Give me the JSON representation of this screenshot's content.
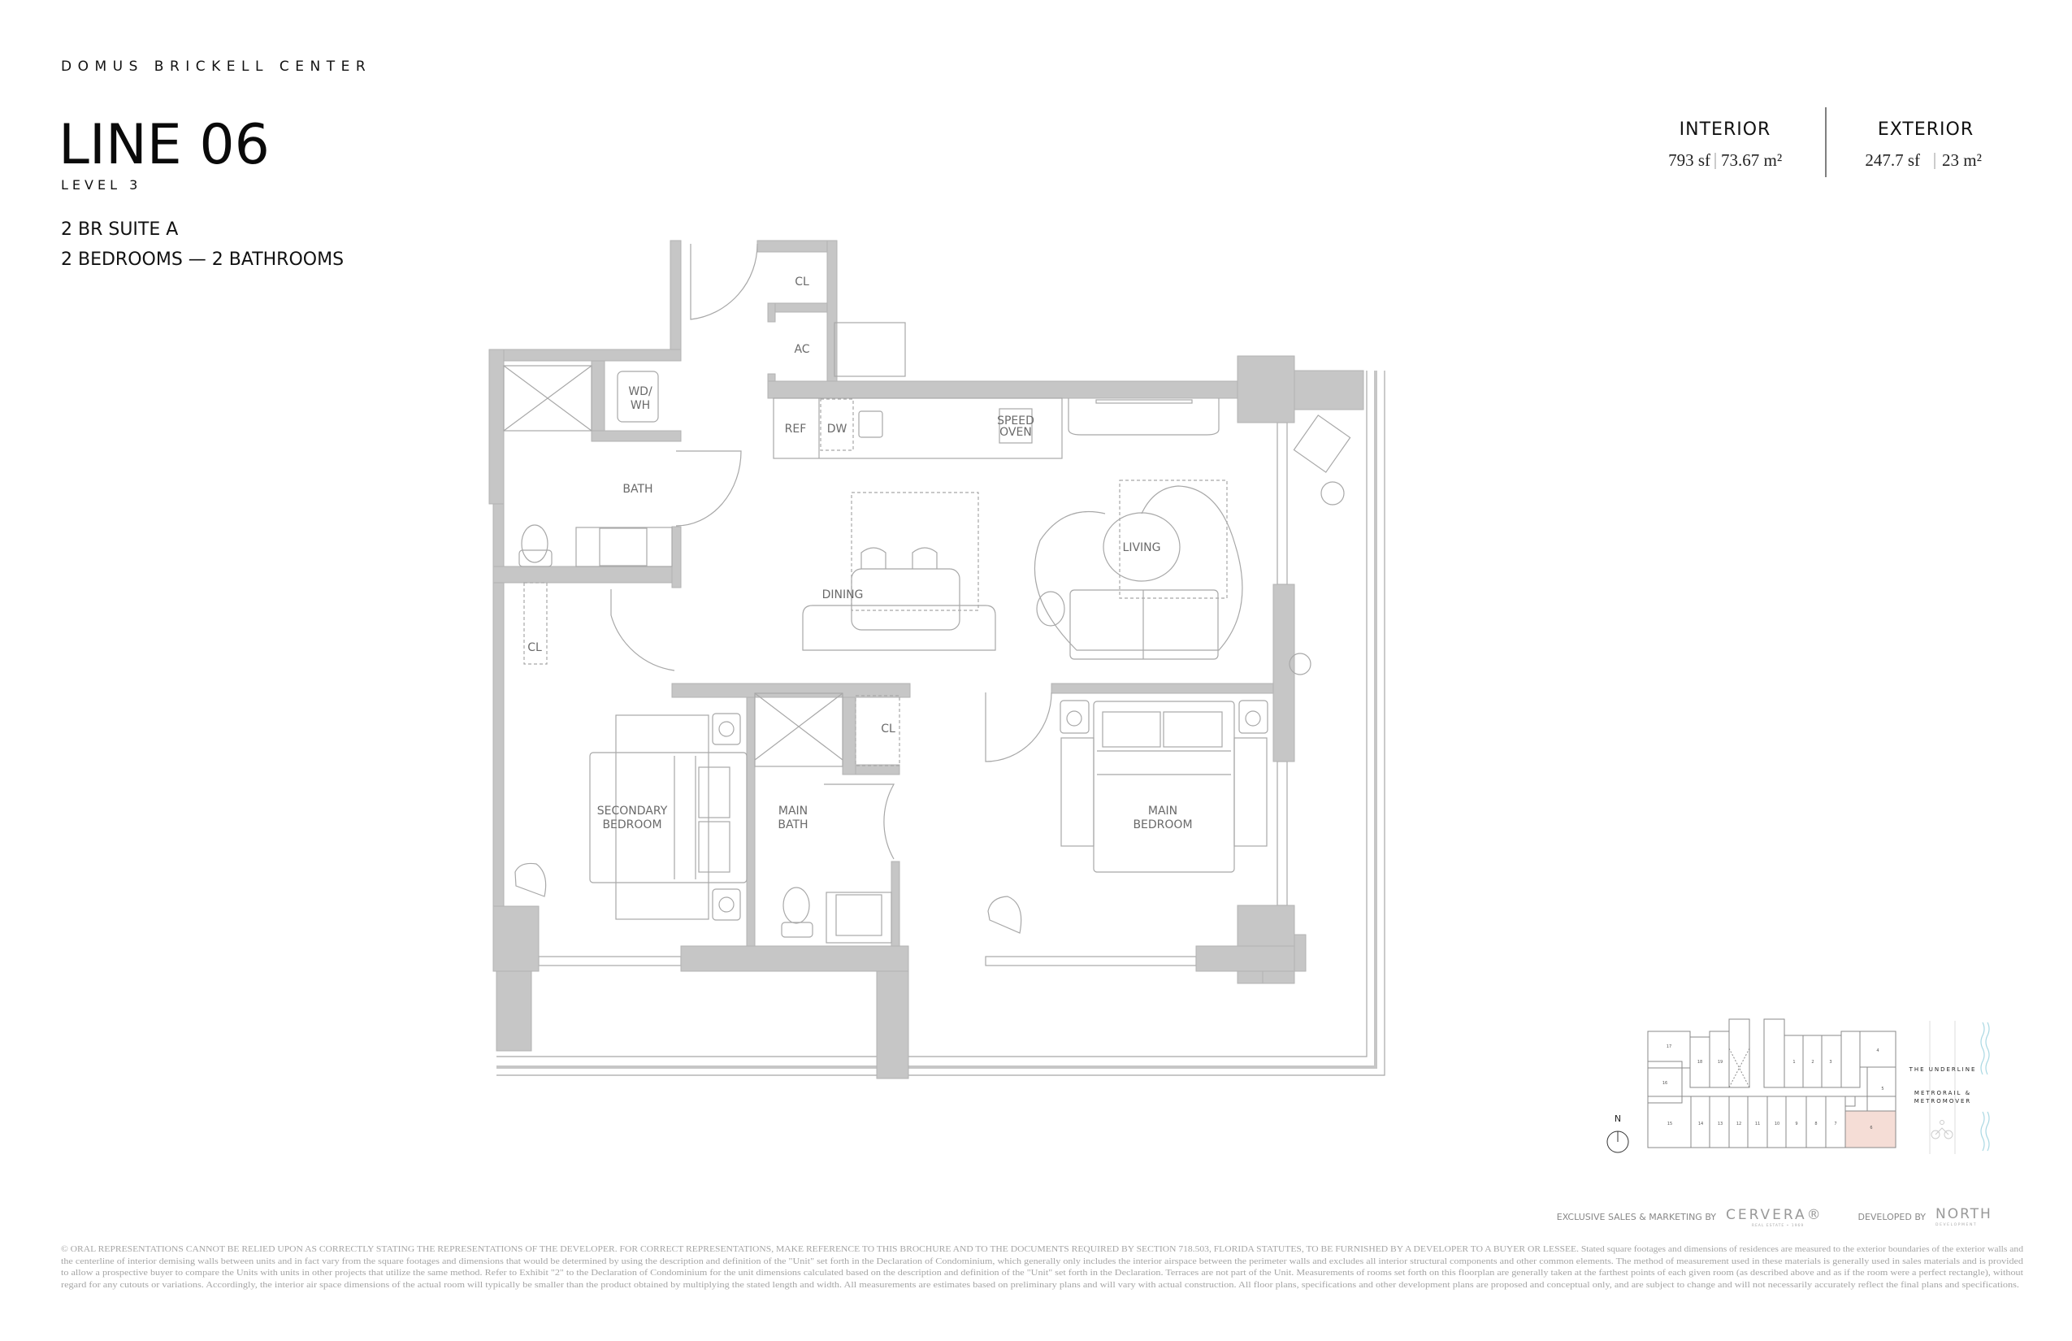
{
  "header": {
    "project": "DOMUS BRICKELL CENTER",
    "line": "LINE 06",
    "level": "LEVEL 3",
    "suite": "2 BR SUITE A",
    "rooms": "2 BEDROOMS — 2 BATHROOMS"
  },
  "areas": {
    "interior": {
      "label": "INTERIOR",
      "sf": "793 sf",
      "m2": "73.67 m²"
    },
    "exterior": {
      "label": "EXTERIOR",
      "sf": "247.7 sf",
      "m2": "23 m²"
    }
  },
  "floorplan": {
    "labels": {
      "cl_top": "CL",
      "ac": "AC",
      "wd_wh_1": "WD/",
      "wd_wh_2": "WH",
      "bath": "BATH",
      "ref": "REF",
      "dw": "DW",
      "speed_oven_1": "SPEED",
      "speed_oven_2": "OVEN",
      "dining": "DINING",
      "living": "LIVING",
      "cl_left": "CL",
      "secondary_bedroom_1": "SECONDARY",
      "secondary_bedroom_2": "BEDROOM",
      "main_bath_1": "MAIN",
      "main_bath_2": "BATH",
      "cl_main": "CL",
      "main_bedroom_1": "MAIN",
      "main_bedroom_2": "BEDROOM"
    },
    "colors": {
      "wall": "#c6c6c6",
      "line": "#a8a8a8"
    }
  },
  "keyplan": {
    "north": "N",
    "units": {
      "u1": "1",
      "u2": "2",
      "u3": "3",
      "u4": "4",
      "u5": "5",
      "u6": "6",
      "u7": "7",
      "u8": "8",
      "u9": "9",
      "u10": "10",
      "u11": "11",
      "u12": "12",
      "u13": "13",
      "u14": "14",
      "u15": "15",
      "u16": "16",
      "u17": "17",
      "u18": "18",
      "u19": "19"
    },
    "highlighted_unit": "6",
    "highlight_color": "#f5ddd6",
    "the_underline": "THE UNDERLINE",
    "metro_1": "METRORAIL &",
    "metro_2": "METROMOVER"
  },
  "credits": {
    "sales_label": "EXCLUSIVE SALES & MARKETING BY",
    "sales_logo": "CERVERA®",
    "sales_logo_sub": "REAL ESTATE • 1969",
    "developer_label": "DEVELOPED BY",
    "developer_logo": "NORTH",
    "developer_logo_sub": "DEVELOPMENT"
  },
  "disclaimer": [
    "© ORAL REPRESENTATIONS CANNOT BE RELIED UPON AS CORRECTLY STATING THE REPRESENTATIONS OF THE DEVELOPER. FOR CORRECT REPRESENTATIONS, MAKE REFERENCE TO THIS BROCHURE AND TO THE DOCUMENTS REQUIRED BY SECTION 718.503, FLORIDA STATUTES, TO BE FURNISHED BY A DEVELOPER TO A BUYER OR LESSEE. Stated square footages and dimensions of residences are measured to the exterior boundaries of the exterior walls and",
    "the centerline of interior demising walls between units and in fact vary from the square footages and dimensions that would be determined by using the description and definition of the \"Unit\" set forth in the Declaration of Condominium, which generally only includes the interior airspace between the perimeter walls and excludes all interior structural components and other common elements.  The method of measurement used in these materials is generally used in sales materials and is provided",
    "to allow a prospective buyer to compare the Units with units in other projects that utilize the same method. Refer to Exhibit \"2\" to the Declaration of Condominium for the unit dimensions calculated based on the description and definition of the \"Unit\" set forth in the Declaration. Terraces are not part of the Unit.  Measurements of rooms set forth on this floorplan are generally taken at the farthest points of each given room (as described above and as if the room were a perfect rectangle), without",
    "regard for any cutouts or variations.  Accordingly, the interior air space dimensions of the actual room will typically be smaller than the product obtained by multiplying the stated length and width.  All measurements are estimates based on preliminary plans and will vary with actual construction. All floor plans, specifications and other development plans are proposed and conceptual only, and are subject to change and will not necessarily accurately reflect the final plans and specifications."
  ]
}
